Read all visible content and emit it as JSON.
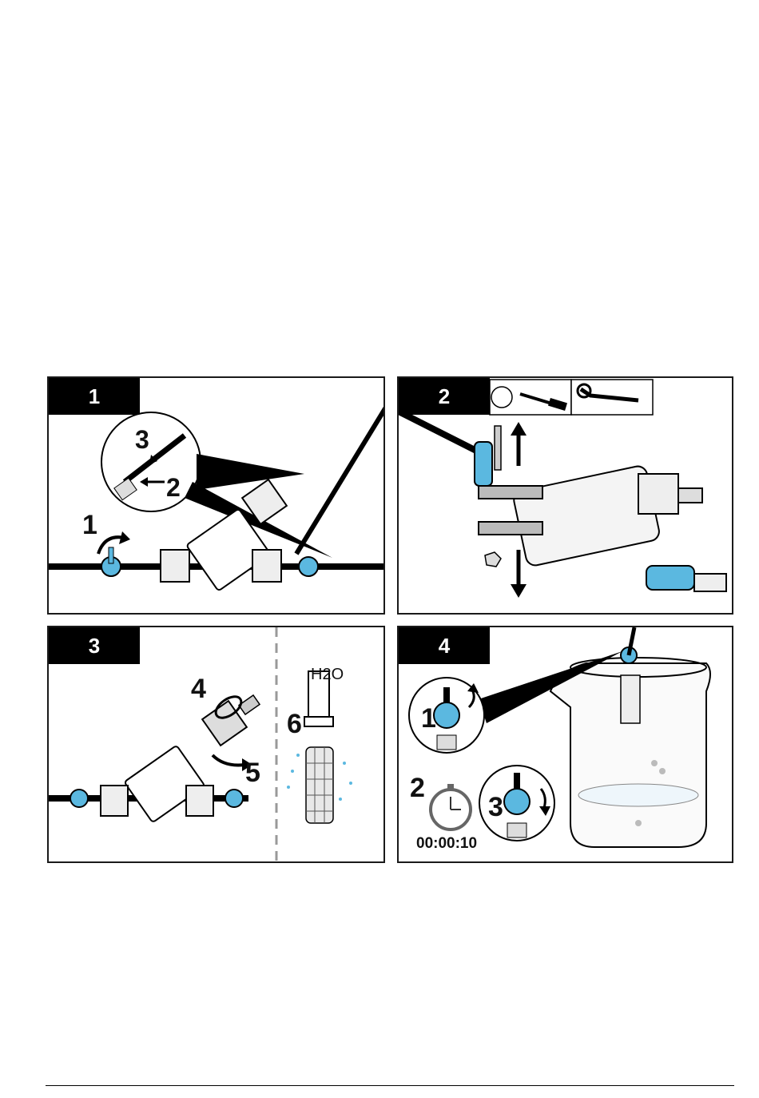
{
  "panels": [
    {
      "step": "1",
      "callouts": [
        "1",
        "2",
        "3"
      ]
    },
    {
      "step": "2",
      "tools": [
        "screwdriver-icon",
        "wrench-icon"
      ]
    },
    {
      "step": "3",
      "callouts": [
        "4",
        "5",
        "6"
      ],
      "h2o": "H2O"
    },
    {
      "step": "4",
      "callouts": [
        "1",
        "2",
        "3"
      ],
      "timer": "00:00:10"
    }
  ],
  "colors": {
    "valve_blue": "#5bb8e0",
    "frame": "#1a1a1a",
    "gray": "#d4d4d4"
  }
}
